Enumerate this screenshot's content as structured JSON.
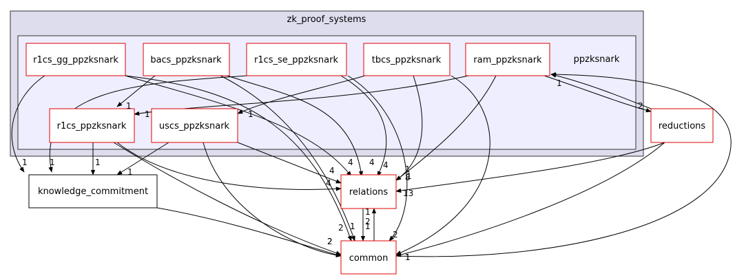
{
  "clusters": {
    "outer_label": "zk_proof_systems",
    "inner_label": "ppzksnark"
  },
  "nodes": {
    "r1cs_gg_ppzksnark": "r1cs_gg_ppzksnark",
    "bacs_ppzksnark": "bacs_ppzksnark",
    "r1cs_se_ppzksnark": "r1cs_se_ppzksnark",
    "tbcs_ppzksnark": "tbcs_ppzksnark",
    "ram_ppzksnark": "ram_ppzksnark",
    "r1cs_ppzksnark": "r1cs_ppzksnark",
    "uscs_ppzksnark": "uscs_ppzksnark",
    "reductions": "reductions",
    "knowledge_commitment": "knowledge_commitment",
    "relations": "relations",
    "common": "common"
  },
  "edge_labels": [
    "1",
    "1",
    "1",
    "1",
    "1",
    "1",
    "1",
    "1",
    "1",
    "4",
    "4",
    "4",
    "4",
    "4",
    "2",
    "8",
    "13",
    "2",
    "1",
    "1",
    "2",
    "2",
    "2",
    "2",
    "1",
    "1",
    "1",
    "1"
  ],
  "colors": {
    "outer_cluster": "#ddddee",
    "inner_cluster": "#eeeeff",
    "node_border_red": "#e00000",
    "node_border_black": "#000000"
  }
}
